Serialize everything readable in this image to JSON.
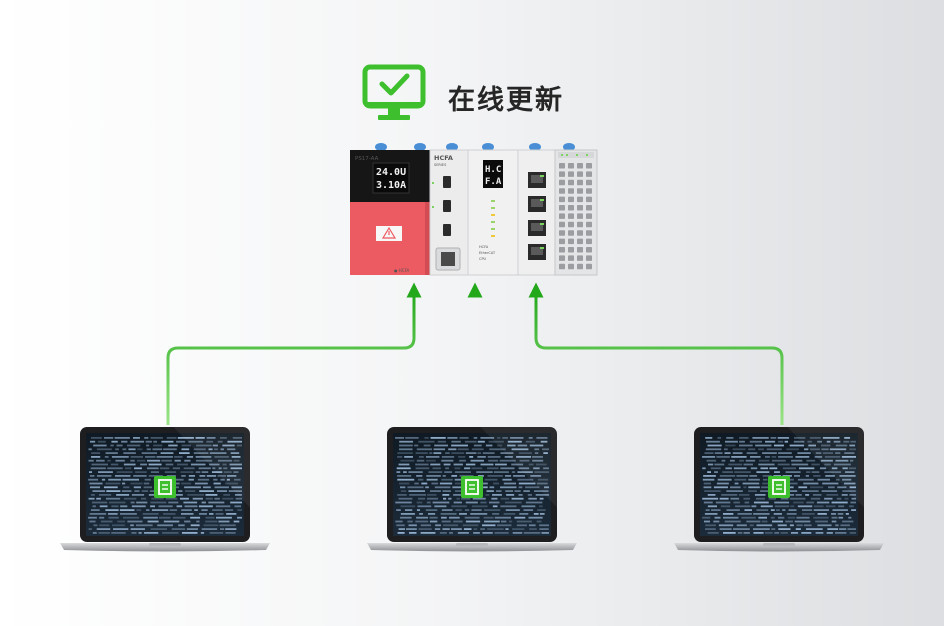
{
  "header": {
    "title": "在线更新",
    "icon": "monitor-check-icon",
    "accent_color": "#3ec02e"
  },
  "plc": {
    "power_module": {
      "model_label": "PS17-AA",
      "voltage_readout": "24.0U",
      "current_readout": "3.10A",
      "warning_icon": "warning-triangle-icon",
      "body_color": "#ec5a62"
    },
    "cpu_module": {
      "brand_label": "HCFA",
      "display_line1": "H.C.",
      "display_line2": "F.A."
    },
    "io_module": {
      "port_icons": [
        "ethernet-port-icon",
        "ethernet-port-icon",
        "ethernet-port-icon",
        "ethernet-port-icon"
      ]
    }
  },
  "laptops": [
    {
      "name": "laptop-left",
      "screen_icon": "update-file-icon"
    },
    {
      "name": "laptop-center",
      "screen_icon": "update-file-icon"
    },
    {
      "name": "laptop-right",
      "screen_icon": "update-file-icon"
    }
  ],
  "connections": {
    "line_color_start": "#8fe07c",
    "line_color_end": "#22a81a"
  }
}
